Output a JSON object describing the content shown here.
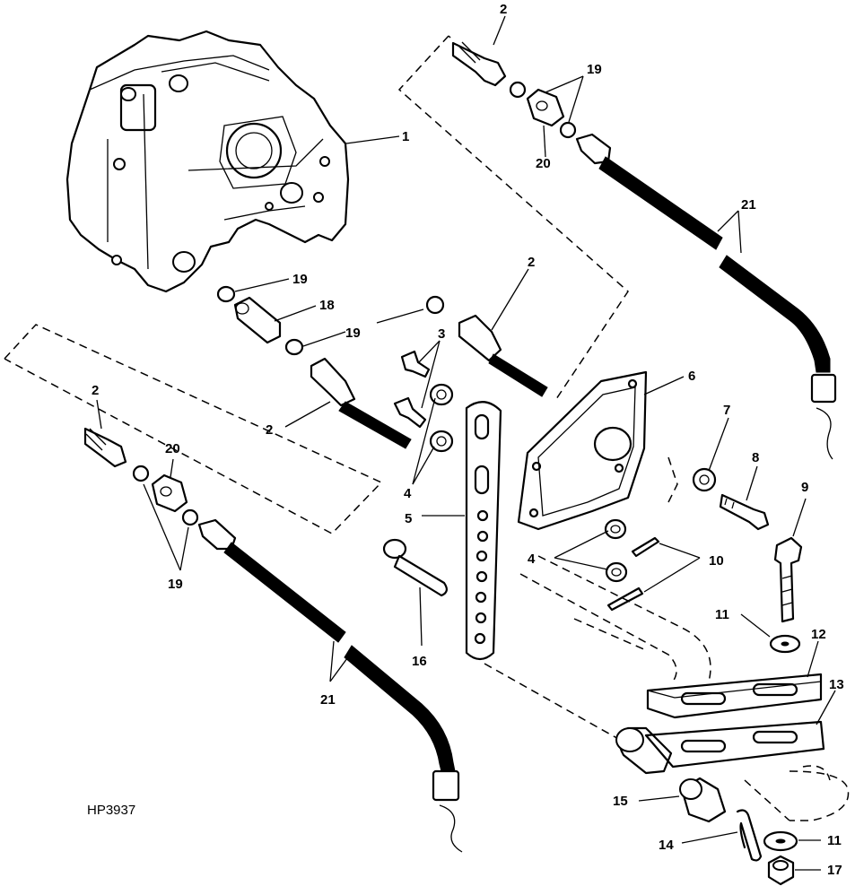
{
  "figure_code": "HP3937",
  "callouts": [
    {
      "id": "c1",
      "text": "1"
    },
    {
      "id": "c2a",
      "text": "2"
    },
    {
      "id": "c2b",
      "text": "2"
    },
    {
      "id": "c2c",
      "text": "2"
    },
    {
      "id": "c2d",
      "text": "2"
    },
    {
      "id": "c3",
      "text": "3"
    },
    {
      "id": "c4a",
      "text": "4"
    },
    {
      "id": "c4b",
      "text": "4"
    },
    {
      "id": "c5",
      "text": "5"
    },
    {
      "id": "c6",
      "text": "6"
    },
    {
      "id": "c7",
      "text": "7"
    },
    {
      "id": "c8",
      "text": "8"
    },
    {
      "id": "c9",
      "text": "9"
    },
    {
      "id": "c10",
      "text": "10"
    },
    {
      "id": "c11a",
      "text": "11"
    },
    {
      "id": "c11b",
      "text": "11"
    },
    {
      "id": "c12",
      "text": "12"
    },
    {
      "id": "c13",
      "text": "13"
    },
    {
      "id": "c14",
      "text": "14"
    },
    {
      "id": "c15",
      "text": "15"
    },
    {
      "id": "c16",
      "text": "16"
    },
    {
      "id": "c17",
      "text": "17"
    },
    {
      "id": "c18",
      "text": "18"
    },
    {
      "id": "c19a",
      "text": "19"
    },
    {
      "id": "c19b",
      "text": "19"
    },
    {
      "id": "c19c",
      "text": "19"
    },
    {
      "id": "c19d",
      "text": "19"
    },
    {
      "id": "c20a",
      "text": "20"
    },
    {
      "id": "c20b",
      "text": "20"
    },
    {
      "id": "c21a",
      "text": "21"
    },
    {
      "id": "c21b",
      "text": "21"
    }
  ]
}
